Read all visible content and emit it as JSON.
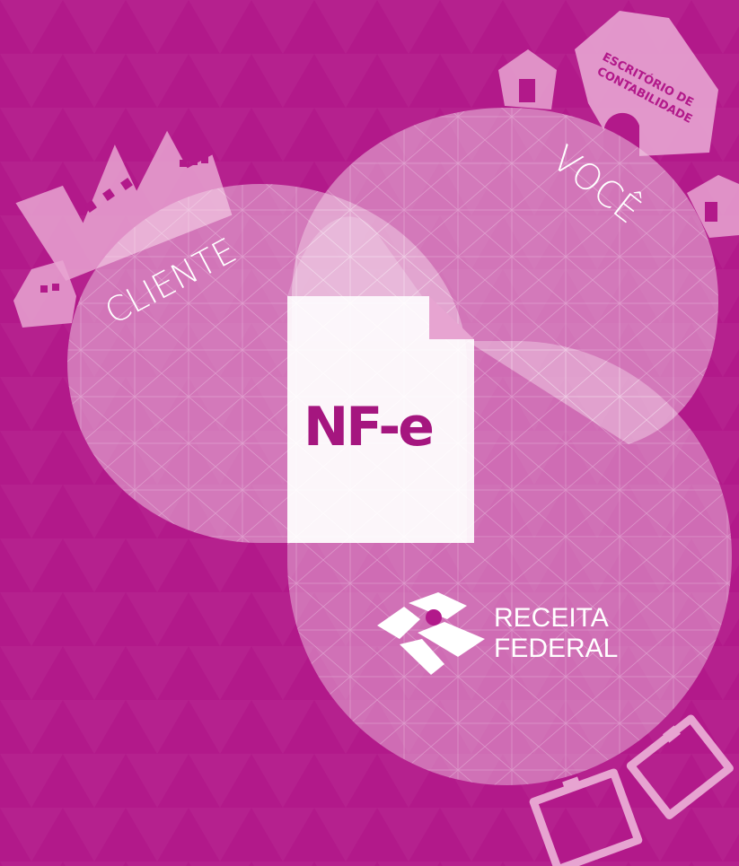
{
  "labels": {
    "cliente": "CLIENTE",
    "voce": "VOCÊ",
    "escritorio_line1": "ESCRITÓRIO DE",
    "escritorio_line2": "CONTABILIDADE",
    "nfe": "NF-e",
    "receita_line1": "RECEITA",
    "receita_line2": "FEDERAL"
  },
  "icons": {
    "factories": "factory-icon",
    "houses": "house-icon",
    "office": "office-building-icon",
    "document": "document-icon",
    "receita_logo": "receita-federal-logo-icon",
    "tablets": "tablet-icon"
  },
  "colors": {
    "background": "#b2198a",
    "brand_text": "#a5167f",
    "circle_fill": "#f1d2e6",
    "white": "#ffffff"
  }
}
